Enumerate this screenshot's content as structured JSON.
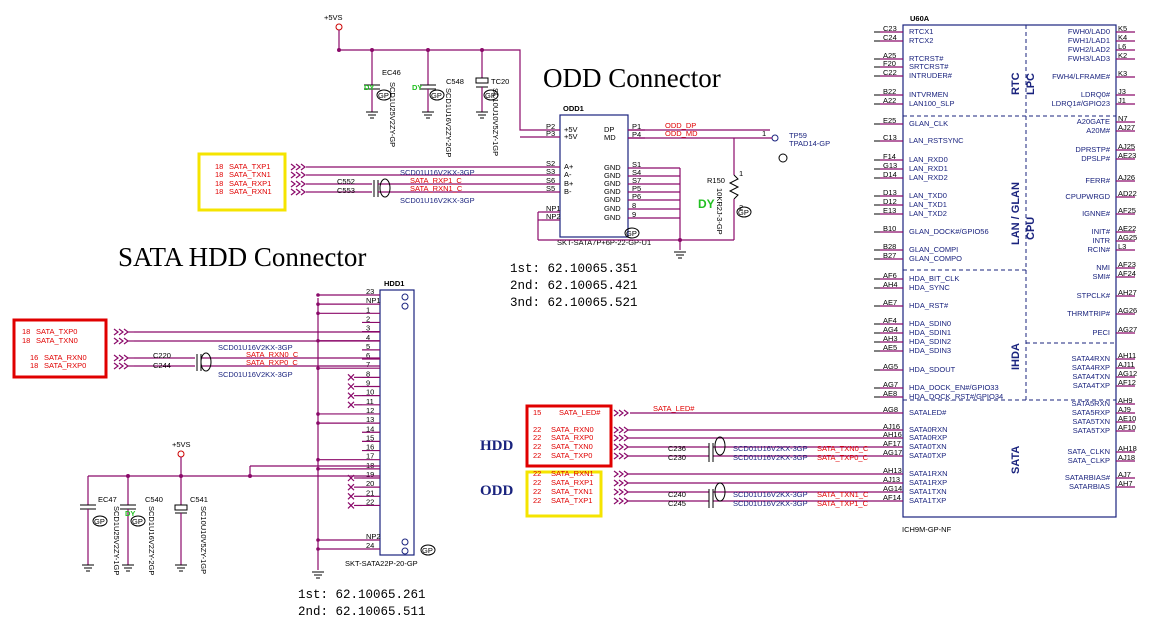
{
  "titles": {
    "odd": "ODD Connector",
    "hdd": "SATA HDD Connector"
  },
  "power": {
    "p5v_top": "+5VS",
    "p5v_bottom": "+5VS"
  },
  "caps_top": [
    {
      "ref": "EC46",
      "part": "SCD1U25V2ZY-GP",
      "tag": "DY"
    },
    {
      "ref": "C548",
      "part": "SCD1U16V2ZY-2GP",
      "tag": "DY"
    },
    {
      "ref": "TC20",
      "part": "SC10U10V5ZY-1GP",
      "tag": ""
    }
  ],
  "caps_bottom": [
    {
      "ref": "EC47",
      "part": "SCD1U25V2ZY-1GP",
      "tag": "DY"
    },
    {
      "ref": "C540",
      "part": "SCD1U16V2ZY-2GP",
      "tag": ""
    },
    {
      "ref": "C541",
      "part": "SC10U10V5ZY-1GP",
      "tag": ""
    }
  ],
  "odd": {
    "ref": "ODD1",
    "part": "SKT-SATA7P+6P-22-GP-U1",
    "left_pins": [
      {
        "pin": "P2",
        "name": "+5V"
      },
      {
        "pin": "P3",
        "name": "+5V"
      },
      {
        "pin": "S2",
        "name": "A+"
      },
      {
        "pin": "S3",
        "name": "A-"
      },
      {
        "pin": "S6",
        "name": "B+"
      },
      {
        "pin": "S5",
        "name": "B-"
      },
      {
        "pin": "NP1",
        "name": "NP1"
      },
      {
        "pin": "NP2",
        "name": "NP2"
      }
    ],
    "right_pins": [
      {
        "pin": "P1",
        "name": "DP"
      },
      {
        "pin": "P4",
        "name": "MD"
      },
      {
        "pin": "S1",
        "name": "GND"
      },
      {
        "pin": "S4",
        "name": "GND"
      },
      {
        "pin": "S7",
        "name": "GND"
      },
      {
        "pin": "P5",
        "name": "GND"
      },
      {
        "pin": "P6",
        "name": "GND"
      },
      {
        "pin": "8",
        "name": "GND"
      },
      {
        "pin": "9",
        "name": "GND"
      }
    ],
    "net_dp": "ODD_DP",
    "net_md": "ODD_MD",
    "tp_ref": "TP59",
    "tp_part": "TPAD14-GP",
    "tp_pin": "1",
    "r_ref": "R150",
    "r_part": "10KR2J-3-GP",
    "r_tag": "DY",
    "r_pin1": "1",
    "r_pin2": "2",
    "cap_a": "C552",
    "cap_b": "C553",
    "cap_part": "SCD01U16V2KX-3GP",
    "net_rxp1_c": "SATA_RXP1_C",
    "net_rxn1_c": "SATA_RXN1_C",
    "offpage": [
      {
        "num": "18",
        "name": "SATA_TXP1"
      },
      {
        "num": "18",
        "name": "SATA_TXN1"
      },
      {
        "num": "18",
        "name": "SATA_RXP1"
      },
      {
        "num": "18",
        "name": "SATA_RXN1"
      }
    ],
    "pn": [
      "1st: 62.10065.351",
      "2nd: 62.10065.421",
      "3nd: 62.10065.521"
    ]
  },
  "hdd": {
    "ref": "HDD1",
    "part": "SKT-SATA22P-20-GP",
    "pins": [
      "23",
      "NP1",
      "1",
      "2",
      "3",
      "4",
      "5",
      "6",
      "7",
      "8",
      "9",
      "10",
      "11",
      "12",
      "13",
      "14",
      "15",
      "16",
      "17",
      "18",
      "19",
      "20",
      "21",
      "22",
      "NP2",
      "24"
    ],
    "cap_a": "C220",
    "cap_b": "C244",
    "cap_part": "SCD01U16V2KX-3GP",
    "net_rxn0_c": "SATA_RXN0_C",
    "net_rxp0_c": "SATA_RXP0_C",
    "offpage": [
      {
        "num": "18",
        "name": "SATA_TXP0"
      },
      {
        "num": "18",
        "name": "SATA_TXN0"
      },
      {
        "num": "16",
        "name": "SATA_RXN0"
      },
      {
        "num": "18",
        "name": "SATA_RXP0"
      }
    ],
    "pn": [
      "1st: 62.10065.261",
      "2nd: 62.10065.511"
    ]
  },
  "ich": {
    "ref": "U60A",
    "part": "ICH9M-GP-NF",
    "sections": [
      "RTC",
      "LPC",
      "LAN / GLAN",
      "CPU",
      "IHDA",
      "SATA"
    ],
    "left": [
      {
        "ball": "C23",
        "name": "RTCX1"
      },
      {
        "ball": "C24",
        "name": "RTCX2"
      },
      {
        "ball": "A25",
        "name": "RTCRST#"
      },
      {
        "ball": "F20",
        "name": "SRTCRST#"
      },
      {
        "ball": "C22",
        "name": "INTRUDER#"
      },
      {
        "ball": "B22",
        "name": "INTVRMEN"
      },
      {
        "ball": "A22",
        "name": "LAN100_SLP"
      },
      {
        "ball": "E25",
        "name": "GLAN_CLK"
      },
      {
        "ball": "C13",
        "name": "LAN_RSTSYNC"
      },
      {
        "ball": "F14",
        "name": "LAN_RXD0"
      },
      {
        "ball": "G13",
        "name": "LAN_RXD1"
      },
      {
        "ball": "D14",
        "name": "LAN_RXD2"
      },
      {
        "ball": "D13",
        "name": "LAN_TXD0"
      },
      {
        "ball": "D12",
        "name": "LAN_TXD1"
      },
      {
        "ball": "E13",
        "name": "LAN_TXD2"
      },
      {
        "ball": "B10",
        "name": "GLAN_DOCK#/GPIO56"
      },
      {
        "ball": "B28",
        "name": "GLAN_COMPI"
      },
      {
        "ball": "B27",
        "name": "GLAN_COMPO"
      },
      {
        "ball": "AF6",
        "name": "HDA_BIT_CLK"
      },
      {
        "ball": "AH4",
        "name": "HDA_SYNC"
      },
      {
        "ball": "AE7",
        "name": "HDA_RST#"
      },
      {
        "ball": "AF4",
        "name": "HDA_SDIN0"
      },
      {
        "ball": "AG4",
        "name": "HDA_SDIN1"
      },
      {
        "ball": "AH3",
        "name": "HDA_SDIN2"
      },
      {
        "ball": "AE5",
        "name": "HDA_SDIN3"
      },
      {
        "ball": "AG5",
        "name": "HDA_SDOUT"
      },
      {
        "ball": "AG7",
        "name": "HDA_DOCK_EN#/GPIO33"
      },
      {
        "ball": "AE8",
        "name": "HDA_DOCK_RST#/GPIO34"
      },
      {
        "ball": "AG8",
        "name": "SATALED#"
      },
      {
        "ball": "AJ16",
        "name": "SATA0RXN"
      },
      {
        "ball": "AH16",
        "name": "SATA0RXP"
      },
      {
        "ball": "AF17",
        "name": "SATA0TXN"
      },
      {
        "ball": "AG17",
        "name": "SATA0TXP"
      },
      {
        "ball": "AH13",
        "name": "SATA1RXN"
      },
      {
        "ball": "AJ13",
        "name": "SATA1RXP"
      },
      {
        "ball": "AG14",
        "name": "SATA1TXN"
      },
      {
        "ball": "AF14",
        "name": "SATA1TXP"
      }
    ],
    "right": [
      {
        "ball": "K5",
        "name": "FWH0/LAD0"
      },
      {
        "ball": "K4",
        "name": "FWH1/LAD1"
      },
      {
        "ball": "L6",
        "name": "FWH2/LAD2"
      },
      {
        "ball": "K2",
        "name": "FWH3/LAD3"
      },
      {
        "ball": "K3",
        "name": "FWH4/LFRAME#"
      },
      {
        "ball": "J3",
        "name": "LDRQ0#"
      },
      {
        "ball": "J1",
        "name": "LDRQ1#/GPIO23"
      },
      {
        "ball": "N7",
        "name": "A20GATE"
      },
      {
        "ball": "AJ27",
        "name": "A20M#"
      },
      {
        "ball": "AJ25",
        "name": "DPRSTP#"
      },
      {
        "ball": "AE23",
        "name": "DPSLP#"
      },
      {
        "ball": "AJ26",
        "name": "FERR#"
      },
      {
        "ball": "AD22",
        "name": "CPUPWRGD"
      },
      {
        "ball": "AF25",
        "name": "IGNNE#"
      },
      {
        "ball": "AE22",
        "name": "INIT#"
      },
      {
        "ball": "AG25",
        "name": "INTR"
      },
      {
        "ball": "L3",
        "name": "RCIN#"
      },
      {
        "ball": "AF23",
        "name": "NMI"
      },
      {
        "ball": "AF24",
        "name": "SMI#"
      },
      {
        "ball": "AH27",
        "name": "STPCLK#"
      },
      {
        "ball": "AG26",
        "name": "THRMTRIP#"
      },
      {
        "ball": "AG27",
        "name": "PECI"
      },
      {
        "ball": "AH11",
        "name": "SATA4RXN"
      },
      {
        "ball": "AJ11",
        "name": "SATA4RXP"
      },
      {
        "ball": "AG12",
        "name": "SATA4TXN"
      },
      {
        "ball": "AF12",
        "name": "SATA4TXP"
      },
      {
        "ball": "AH9",
        "name": "SATA5RXN"
      },
      {
        "ball": "AJ9",
        "name": "SATA5RXP"
      },
      {
        "ball": "AE10",
        "name": "SATA5TXN"
      },
      {
        "ball": "AF10",
        "name": "SATA5TXP"
      },
      {
        "ball": "AH18",
        "name": "SATA_CLKN"
      },
      {
        "ball": "AJ18",
        "name": "SATA_CLKP"
      },
      {
        "ball": "AJ7",
        "name": "SATARBIAS#"
      },
      {
        "ball": "AH7",
        "name": "SATARBIAS"
      }
    ]
  },
  "sata_led": {
    "num": "15",
    "name": "SATA_LED#",
    "net": "SATA_LED#"
  },
  "hdd_side": {
    "label": "HDD",
    "offpage": [
      {
        "num": "22",
        "name": "SATA_RXN0"
      },
      {
        "num": "22",
        "name": "SATA_RXP0"
      },
      {
        "num": "22",
        "name": "SATA_TXN0"
      },
      {
        "num": "22",
        "name": "SATA_TXP0"
      }
    ],
    "cap_a": "C236",
    "cap_b": "C230",
    "cap_part": "SCD01U16V2KX-3GP",
    "net_a": "SATA_TXN0_C",
    "net_b": "SATA_TXP0_C"
  },
  "odd_side": {
    "label": "ODD",
    "offpage": [
      {
        "num": "22",
        "name": "SATA_RXN1"
      },
      {
        "num": "22",
        "name": "SATA_RXP1"
      },
      {
        "num": "22",
        "name": "SATA_TXN1"
      },
      {
        "num": "22",
        "name": "SATA_TXP1"
      }
    ],
    "cap_a": "C240",
    "cap_b": "C245",
    "cap_part": "SCD01U16V2KX-3GP",
    "net_a": "SATA_TXN1_C",
    "net_b": "SATA_TXP1_C"
  },
  "gp_mark": "GP",
  "colors": {
    "wire": "#8b0a6a",
    "box": "#1a237e",
    "red_hl": "#e00000",
    "yellow_hl": "#f5e400",
    "dy": "#22c022"
  }
}
